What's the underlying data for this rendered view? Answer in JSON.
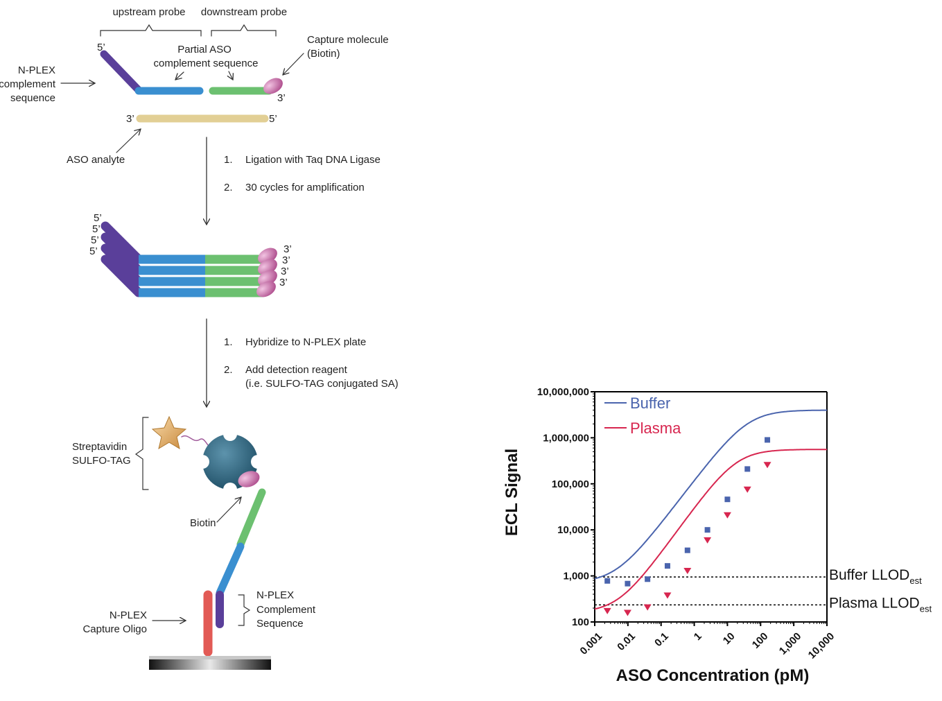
{
  "diagram": {
    "labels": {
      "upstream_probe": "upstream probe",
      "downstream_probe": "downstream probe",
      "partial_aso_1": "Partial ASO",
      "partial_aso_2": "complement sequence",
      "capture_molecule_1": "Capture molecule",
      "capture_molecule_2": "(Biotin)",
      "nplex_comp_1": "N-PLEX",
      "nplex_comp_2": "complement",
      "nplex_comp_3": "sequence",
      "aso_analyte": "ASO analyte",
      "five_prime": "5’",
      "three_prime": "3’",
      "streptavidin_1": "Streptavidin",
      "streptavidin_2": "SULFO-TAG",
      "biotin": "Biotin",
      "nplex_capture_1": "N-PLEX",
      "nplex_capture_2": "Capture Oligo",
      "nplex_complement_1": "N-PLEX",
      "nplex_complement_2": "Complement",
      "nplex_complement_3": "Sequence"
    },
    "steps_a": {
      "n1": "1.",
      "s1": "Ligation with Taq DNA Ligase",
      "n2": "2.",
      "s2": "30 cycles for amplification"
    },
    "steps_b": {
      "n1": "1.",
      "s1": "Hybridize to N-PLEX plate",
      "n2": "2.",
      "s2": "Add detection reagent",
      "s2b": "(i.e. SULFO-TAG conjugated SA)"
    },
    "colors": {
      "purple": "#5a3f9a",
      "blue": "#3a8fd0",
      "green": "#6cc070",
      "pink": "#c060a8",
      "tan": "#e2cf95",
      "red": "#e25a55",
      "streptavidin": "#2e6a82"
    }
  },
  "chart_data": {
    "type": "scatter",
    "xlabel": "ASO Concentration (pM)",
    "ylabel": "ECL Signal",
    "x_scale": "log",
    "y_scale": "log",
    "xlim": [
      0.001,
      10000
    ],
    "ylim": [
      100,
      10000000
    ],
    "x_ticks": [
      "0.001",
      "0.01",
      "0.1",
      "1",
      "10",
      "100",
      "1,000",
      "10,000"
    ],
    "x_tick_values": [
      0.001,
      0.01,
      0.1,
      1,
      10,
      100,
      1000,
      10000
    ],
    "y_ticks": [
      "100",
      "1,000",
      "10,000",
      "100,000",
      "1,000,000",
      "10,000,000"
    ],
    "y_tick_values": [
      100,
      1000,
      10000,
      100000,
      1000000,
      10000000
    ],
    "legend_position": "top-left",
    "series": [
      {
        "name": "Buffer",
        "color": "#4a64ad",
        "marker": "square",
        "x": [
          0.0024,
          0.0098,
          0.039,
          0.156,
          0.625,
          2.5,
          10,
          40,
          160
        ],
        "y": [
          780,
          680,
          850,
          1650,
          3600,
          10000,
          46000,
          210000,
          900000
        ],
        "curve": {
          "bottom": 700,
          "top": 4000000,
          "ec50": 40,
          "hill": 0.95
        }
      },
      {
        "name": "Plasma",
        "color": "#d7264f",
        "marker": "triangle-down",
        "x": [
          0.0024,
          0.0098,
          0.039,
          0.156,
          0.625,
          2.5,
          10,
          40,
          160
        ],
        "y": [
          175,
          160,
          210,
          380,
          1300,
          6000,
          21000,
          76000,
          260000
        ],
        "curve": {
          "bottom": 160,
          "top": 560000,
          "ec50": 18,
          "hill": 1.0
        }
      }
    ],
    "reference_lines": [
      {
        "label": "Buffer LLOD",
        "subscript": "est",
        "y": 950
      },
      {
        "label": "Plasma LLOD",
        "subscript": "est",
        "y": 235
      }
    ]
  }
}
